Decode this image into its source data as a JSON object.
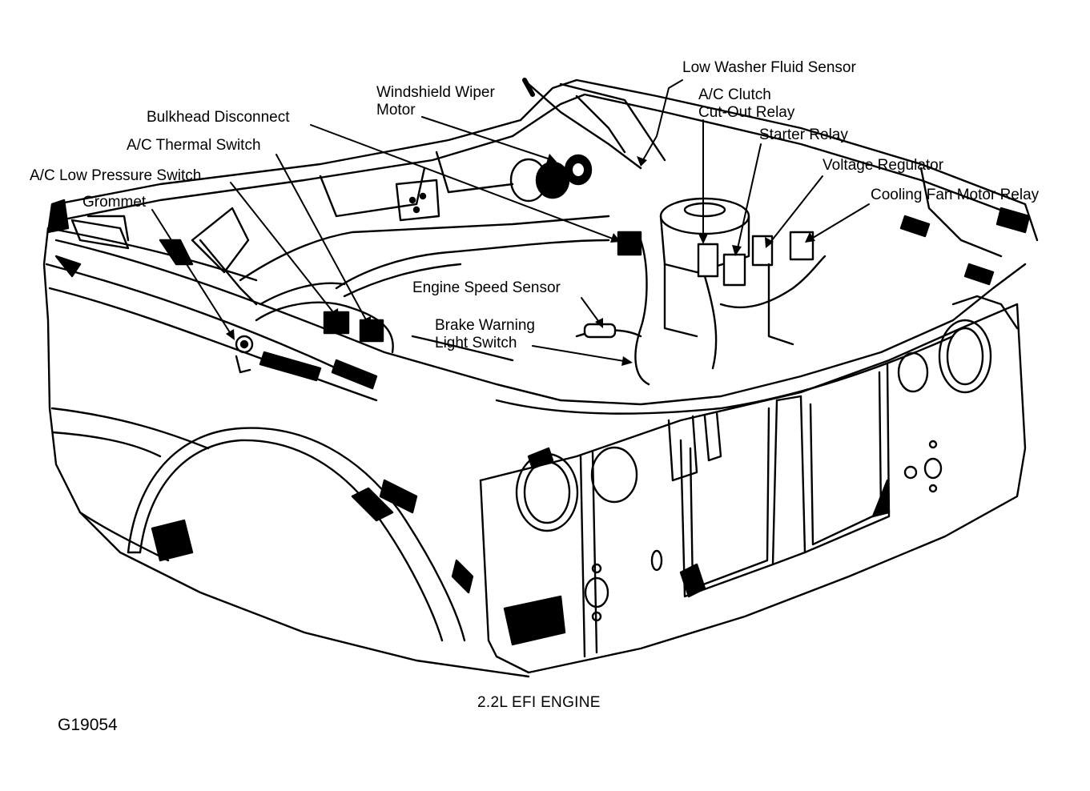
{
  "labels": {
    "low_washer_fluid_sensor": "Low Washer Fluid Sensor",
    "windshield_wiper_motor_line1": "Windshield Wiper",
    "windshield_wiper_motor_line2": "Motor",
    "ac_clutch_relay_line1": "A/C Clutch",
    "ac_clutch_relay_line2": "Cut-Out Relay",
    "bulkhead_disconnect": "Bulkhead Disconnect",
    "starter_relay": "Starter Relay",
    "ac_thermal_switch": "A/C Thermal Switch",
    "voltage_regulator": "Voltage Regulator",
    "ac_low_pressure_switch": "A/C Low Pressure Switch",
    "cooling_fan_motor_relay": "Cooling Fan Motor Relay",
    "grommet": "Grommet",
    "engine_speed_sensor": "Engine Speed Sensor",
    "brake_warning_line1": "Brake Warning",
    "brake_warning_line2": "Light Switch"
  },
  "caption": "2.2L EFI ENGINE",
  "figure_code": "G19054",
  "colors": {
    "ink": "#000000",
    "paper": "#ffffff"
  }
}
